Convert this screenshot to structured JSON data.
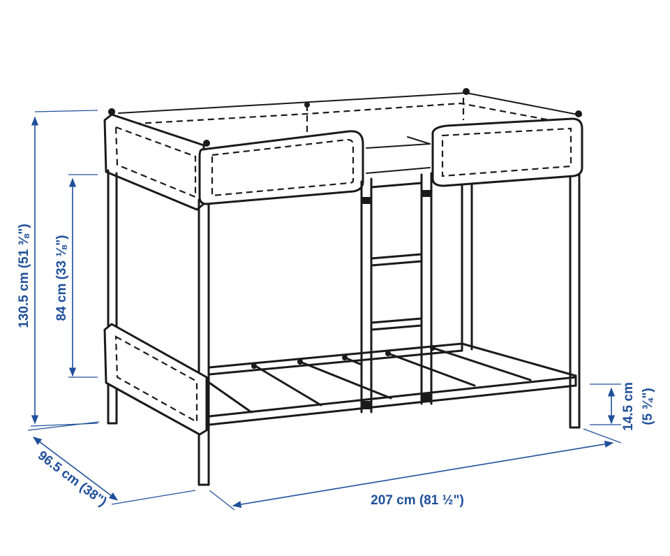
{
  "dimensions": {
    "total_height": "130.5 cm (51 ⅜\")",
    "upper_bed_height": "84 cm (33 ⅛\")",
    "under_bed_clearance_cm": "14.5 cm",
    "under_bed_clearance_in": "(5 ¾\")",
    "depth": "96.5 cm (38\")",
    "length": "207 cm (81 ½\")"
  },
  "colors": {
    "dimension_blue": "#1f4f9a",
    "line_art": "#1a1a1a"
  }
}
